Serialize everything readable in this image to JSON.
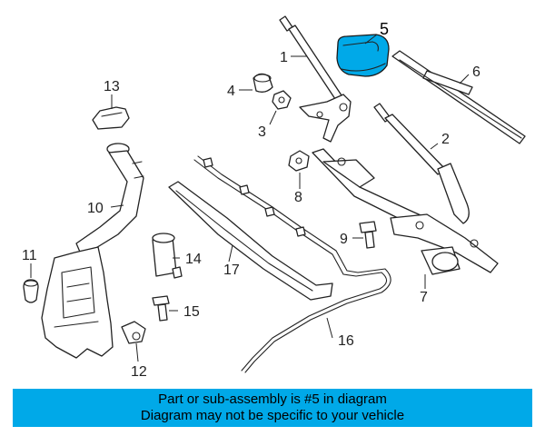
{
  "diagram": {
    "highlight_color": "#00a9e8",
    "highlighted_part": "5",
    "callouts": {
      "p1": "1",
      "p2": "2",
      "p3": "3",
      "p4": "4",
      "p5": "5",
      "p6": "6",
      "p7": "7",
      "p8": "8",
      "p9": "9",
      "p10": "10",
      "p11": "11",
      "p12": "12",
      "p13": "13",
      "p14": "14",
      "p15": "15",
      "p16": "16",
      "p17": "17"
    }
  },
  "banner": {
    "line1": "Part or sub-assembly is #5 in diagram",
    "line2": "Diagram may not be specific to your vehicle",
    "background": "#00a9e8"
  }
}
